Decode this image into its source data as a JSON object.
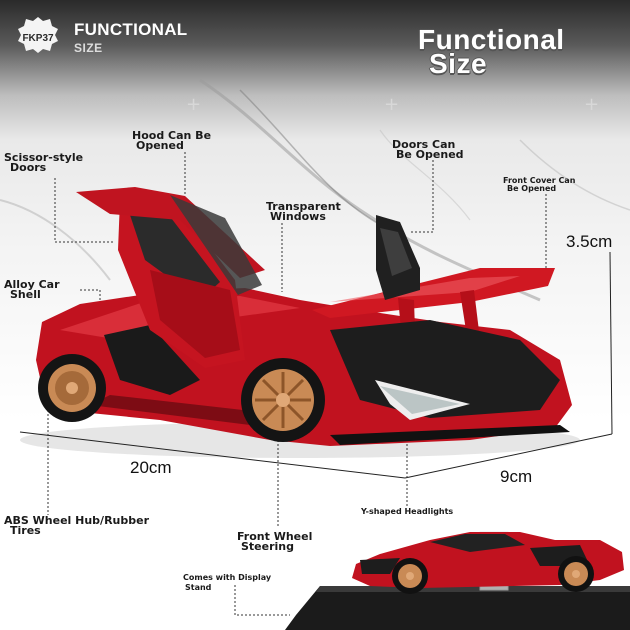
{
  "header": {
    "badge": "FKP37",
    "title_line1": "FUNCTIONAL",
    "title_line2": "SIZE",
    "big_line1": "Functional",
    "big_line2": "Size"
  },
  "callouts": {
    "scissor_l1": "Scissor-style",
    "scissor_l2": "Doors",
    "hood_l1": "Hood Can Be",
    "hood_l2": "Opened",
    "doors_l1": "Doors Can",
    "doors_l2": "Be Opened",
    "front_l1": "Front Cover Can",
    "front_l2": "Be Opened",
    "windows_l1": "Transparent",
    "windows_l2": "Windows",
    "alloy_l1": "Alloy Car",
    "alloy_l2": "Shell",
    "abs_l1": "ABS Wheel Hub/Rubber",
    "abs_l2": "Tires",
    "steer_l1": "Front Wheel",
    "steer_l2": "Steering",
    "display_l1": "Comes with Display",
    "display_l2": "Stand",
    "headlights": "Y-shaped Headlights"
  },
  "dimensions": {
    "height": "3.5cm",
    "length": "20cm",
    "width": "9cm"
  },
  "colors": {
    "car_red": "#c1121f",
    "rim_bronze": "#c98a55",
    "stand_black": "#1b1b1b"
  }
}
